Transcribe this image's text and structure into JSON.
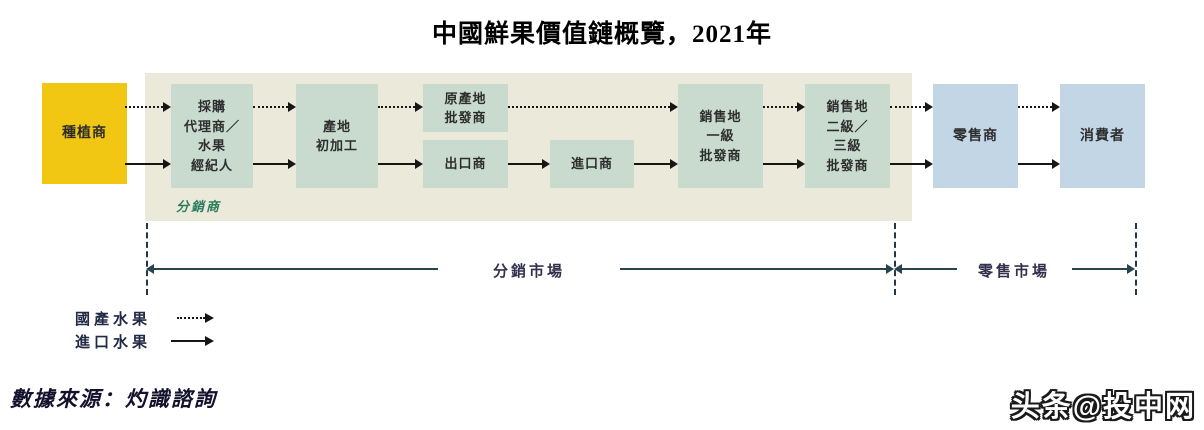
{
  "title": "中國鮮果價值鏈概覽，2021年",
  "diagram": {
    "distributor_label": "分銷商",
    "nodes": {
      "grower": {
        "label": "種植商",
        "lines": [
          "種植商"
        ],
        "color": "#f2c713"
      },
      "agent": {
        "label": "採購代理商／水果經紀人",
        "lines": [
          "採購",
          "代理商／",
          "水果",
          "經紀人"
        ],
        "color": "#c8dbce"
      },
      "processing": {
        "label": "產地初加工",
        "lines": [
          "產地",
          "初加工"
        ],
        "color": "#c8dbce"
      },
      "origin_wholesaler": {
        "label": "原產地批發商",
        "lines": [
          "原產地",
          "批發商"
        ],
        "color": "#c8dbce"
      },
      "exporter": {
        "label": "出口商",
        "lines": [
          "出口商"
        ],
        "color": "#c8dbce"
      },
      "importer": {
        "label": "進口商",
        "lines": [
          "進口商"
        ],
        "color": "#c8dbce"
      },
      "first_level": {
        "label": "銷售地一級批發商",
        "lines": [
          "銷售地",
          "一級",
          "批發商"
        ],
        "color": "#c8dbce"
      },
      "second_third_level": {
        "label": "銷售地二級／三級批發商",
        "lines": [
          "銷售地",
          "二級／",
          "三級",
          "批發商"
        ],
        "color": "#c8dbce"
      },
      "retailer": {
        "label": "零售商",
        "lines": [
          "零售商"
        ],
        "color": "#c3d6e6"
      },
      "consumer": {
        "label": "消費者",
        "lines": [
          "消費者"
        ],
        "color": "#c3d6e6"
      }
    },
    "edges": {
      "domestic_dotted": [
        {
          "from": "grower",
          "to": "agent"
        },
        {
          "from": "agent",
          "to": "processing"
        },
        {
          "from": "processing",
          "to": "origin_wholesaler"
        },
        {
          "from": "origin_wholesaler",
          "to": "first_level"
        },
        {
          "from": "first_level",
          "to": "second_third_level"
        },
        {
          "from": "second_third_level",
          "to": "retailer"
        },
        {
          "from": "retailer",
          "to": "consumer"
        }
      ],
      "imported_solid": [
        {
          "from": "grower",
          "to": "agent"
        },
        {
          "from": "agent",
          "to": "processing"
        },
        {
          "from": "processing",
          "to": "exporter"
        },
        {
          "from": "exporter",
          "to": "importer"
        },
        {
          "from": "importer",
          "to": "first_level"
        },
        {
          "from": "first_level",
          "to": "second_third_level"
        },
        {
          "from": "second_third_level",
          "to": "retailer"
        },
        {
          "from": "retailer",
          "to": "consumer"
        }
      ]
    },
    "markets": [
      {
        "label": "分銷市場"
      },
      {
        "label": "零售市場"
      }
    ]
  },
  "legend": {
    "items": [
      {
        "label": "國產水果",
        "style": "dotted"
      },
      {
        "label": "進口水果",
        "style": "solid"
      }
    ]
  },
  "source": "數據來源：灼識諮詢",
  "watermark": "头条@投中网",
  "colors": {
    "grower_yellow": "#f2c713",
    "distributor_panel_beige": "#ebe9d9",
    "wholesaler_green": "#c8dbce",
    "retail_blue": "#c3d6e6",
    "flow_arrow_black": "#161616",
    "market_line_navy": "#28454f",
    "distributor_label_green": "#2a7d5f"
  }
}
